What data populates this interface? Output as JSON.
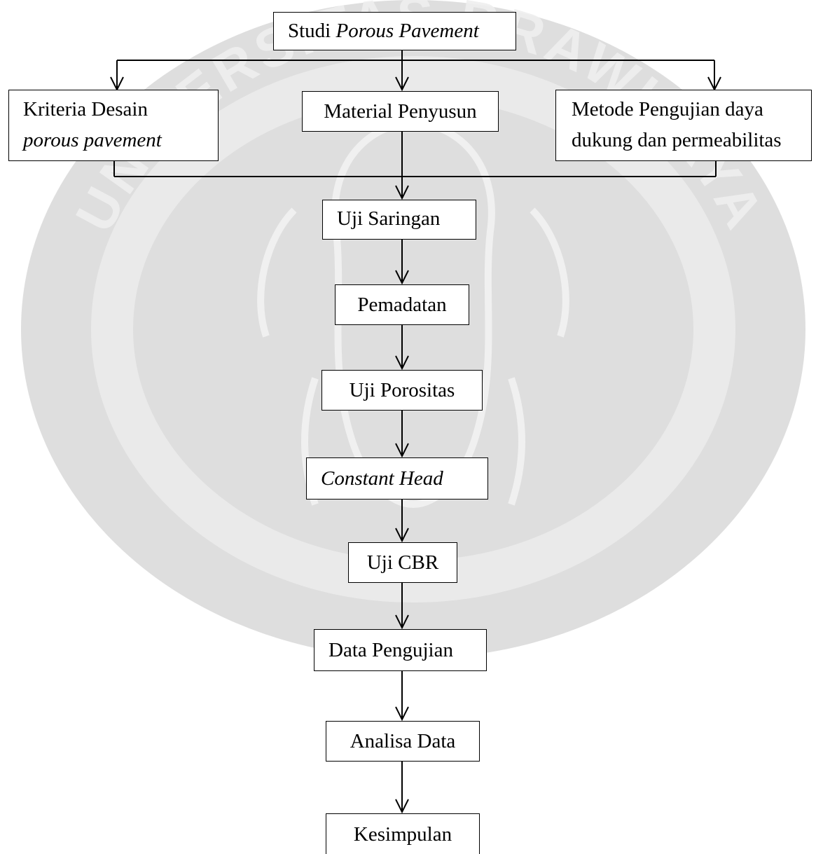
{
  "watermark": {
    "text": "UNIVERSITAS BRAWIJAYA",
    "color": "#d9d9d9"
  },
  "nodes": {
    "root": {
      "prefix": "Studi ",
      "emph": "Porous Pavement"
    },
    "kriteria": {
      "line1": "Kriteria Desain",
      "line2": "porous pavement"
    },
    "material": {
      "label": "Material Penyusun"
    },
    "metode": {
      "line1": "Metode Pengujian daya",
      "line2": "dukung dan permeabilitas"
    },
    "saringan": {
      "label": "Uji Saringan"
    },
    "pemadatan": {
      "label": "Pemadatan"
    },
    "porositas": {
      "label": "Uji Porositas"
    },
    "constant_head": {
      "label": "Constant Head"
    },
    "cbr": {
      "label": "Uji CBR"
    },
    "data_pengujian": {
      "label": "Data Pengujian"
    },
    "analisa": {
      "label": "Analisa Data"
    },
    "kesimpulan": {
      "label": "Kesimpulan"
    }
  },
  "edges": [
    [
      "root",
      "kriteria"
    ],
    [
      "root",
      "material"
    ],
    [
      "root",
      "metode"
    ],
    [
      "kriteria",
      "saringan"
    ],
    [
      "material",
      "saringan"
    ],
    [
      "metode",
      "saringan"
    ],
    [
      "saringan",
      "pemadatan"
    ],
    [
      "pemadatan",
      "porositas"
    ],
    [
      "porositas",
      "constant_head"
    ],
    [
      "constant_head",
      "cbr"
    ],
    [
      "cbr",
      "data_pengujian"
    ],
    [
      "data_pengujian",
      "analisa"
    ],
    [
      "analisa",
      "kesimpulan"
    ]
  ]
}
